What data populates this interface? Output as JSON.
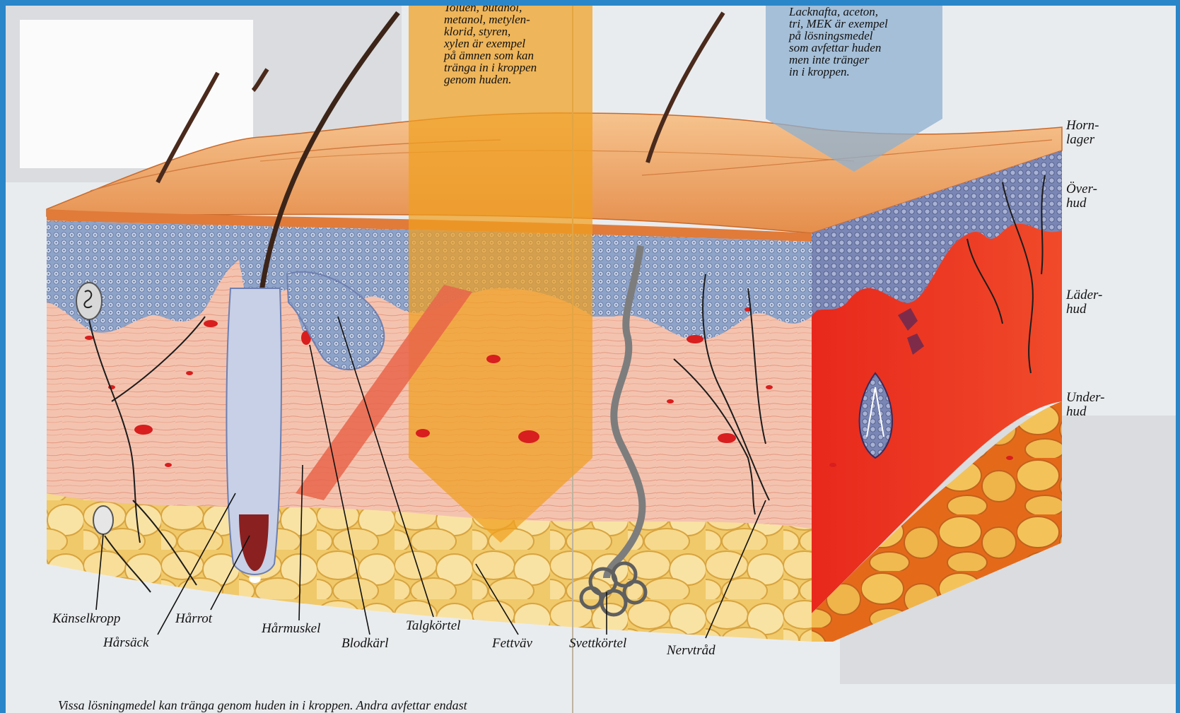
{
  "notes": {
    "penetrating": "Toluen, butanol,\nmetanol, metylen-\nklorid, styren,\nxylen är exempel\npå ämnen som kan\ntränga in i kroppen\ngenom huden.",
    "degreasing": "Lacknafta, aceton,\ntri, MEK är exempel\npå lösningsmedel\nsom avfettar huden\nmen inte tränger\nin i kroppen."
  },
  "layers": {
    "horn": "Horn-\nlager",
    "over": "Över-\nhud",
    "lader": "Läder-\nhud",
    "under": "Under-\nhud"
  },
  "labels": {
    "kanselkropp": "Känselkropp",
    "harsack": "Hårsäck",
    "harrot": "Hårrot",
    "harmuskel": "Hårmuskel",
    "blodkarl": "Blodkärl",
    "talgkortel": "Talgkörtel",
    "fettvav": "Fettväv",
    "svettkortel": "Svettkörtel",
    "nervtrad": "Nervtråd"
  },
  "caption": "Vissa lösningmedel kan tränga genom huden in i kroppen. Andra avfettar endast",
  "colors": {
    "frame": "#2a86c8",
    "dermis": "#f4c3b0",
    "epidermis": "#8ea3c8",
    "horn_layer": "#eea46a",
    "fat": "#f3d27a",
    "orange_band": "#f0a020",
    "blue_band": "#8db0d0",
    "vessel_red": "#d81e1e"
  }
}
